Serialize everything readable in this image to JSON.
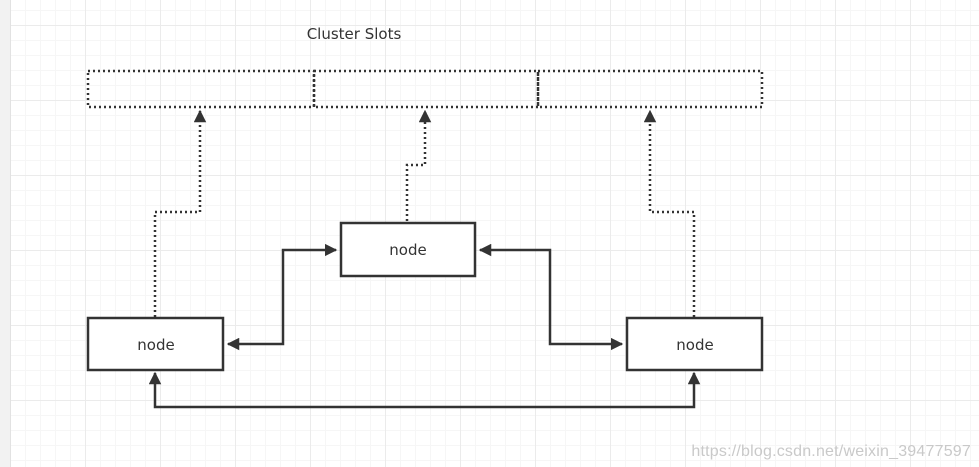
{
  "diagram": {
    "title": "Cluster Slots",
    "nodes": {
      "top": "node",
      "left": "node",
      "right": "node"
    }
  },
  "watermark": "https://blog.csdn.net/weixin_39477597",
  "colors": {
    "stroke": "#333333",
    "text": "#333333",
    "grid": "#ebebeb"
  }
}
